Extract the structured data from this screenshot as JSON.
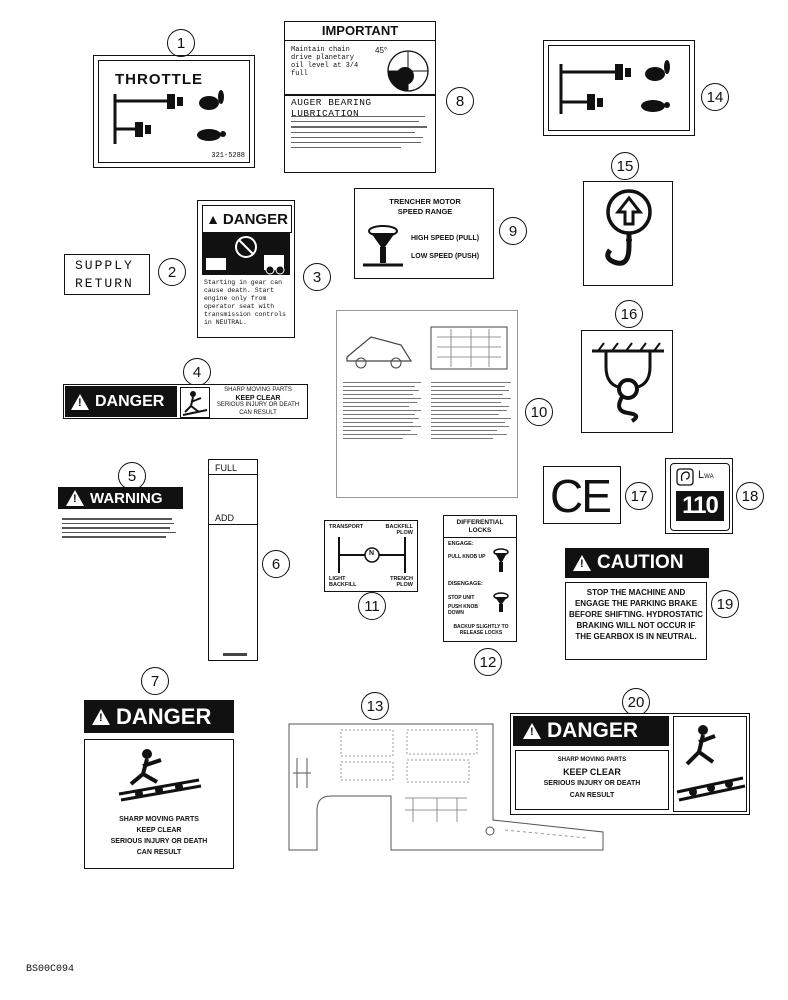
{
  "callouts": [
    "1",
    "2",
    "3",
    "4",
    "5",
    "6",
    "7",
    "8",
    "9",
    "10",
    "11",
    "12",
    "13",
    "14",
    "15",
    "16",
    "17",
    "18",
    "19",
    "20"
  ],
  "decal1": {
    "title": "THROTTLE",
    "part": "321-5288"
  },
  "decal2": {
    "line1": "SUPPLY",
    "line2": "RETURN"
  },
  "decal3": {
    "header": "DANGER",
    "text": "Starting in gear can cause death. Start engine only from operator seat with transmission controls in NEUTRAL."
  },
  "decal4": {
    "header": "DANGER",
    "line1": "SHARP MOVING PARTS",
    "line2": "KEEP CLEAR",
    "line3": "SERIOUS INJURY OR DEATH",
    "line4": "CAN RESULT"
  },
  "decal5": {
    "header": "WARNING"
  },
  "decal6": {
    "full": "FULL",
    "add": "ADD"
  },
  "decal7": {
    "header": "DANGER",
    "line1": "SHARP MOVING PARTS",
    "line2": "KEEP CLEAR",
    "line3": "SERIOUS INJURY OR DEATH",
    "line4": "CAN RESULT"
  },
  "decal8": {
    "header": "IMPORTANT",
    "text1": "Maintain chain drive planetary oil level at 3/4 full",
    "angle": "45°",
    "subheader": "AUGER BEARING LUBRICATION"
  },
  "decal9": {
    "line1": "TRENCHER MOTOR",
    "line2": "SPEED RANGE",
    "high": "HIGH SPEED (PULL)",
    "low": "LOW SPEED (PUSH)"
  },
  "decal11": {
    "tl": "TRANSPORT",
    "tr": "BACKFILL",
    "tr2": "PLOW",
    "n": "N",
    "bl": "LIGHT",
    "bl2": "BACKFILL",
    "br": "TRENCH",
    "br2": "PLOW"
  },
  "decal12": {
    "title1": "DIFFERENTIAL",
    "title2": "LOCKS",
    "engage": "ENGAGE:",
    "engage_text": "PULL KNOB UP",
    "disengage": "DISENGAGE:",
    "stop": "STOP UNIT",
    "push": "PUSH KNOB DOWN",
    "backup": "BACKUP SLIGHTLY TO RELEASE LOCKS"
  },
  "decal17": {
    "mark": "CE"
  },
  "decal18": {
    "lwa": "L",
    "lwa_sub": "WA",
    "value": "110"
  },
  "decal19": {
    "header": "CAUTION",
    "text": "STOP THE MACHINE AND ENGAGE THE PARKING BRAKE BEFORE SHIFTING. HYDROSTATIC BRAKING WILL NOT OCCUR IF THE GEARBOX IS IN NEUTRAL."
  },
  "decal20": {
    "header": "DANGER",
    "line1": "SHARP MOVING PARTS",
    "line2": "KEEP CLEAR",
    "line3": "SERIOUS INJURY OR DEATH",
    "line4": "CAN RESULT"
  },
  "figure_code": "BS00C094"
}
